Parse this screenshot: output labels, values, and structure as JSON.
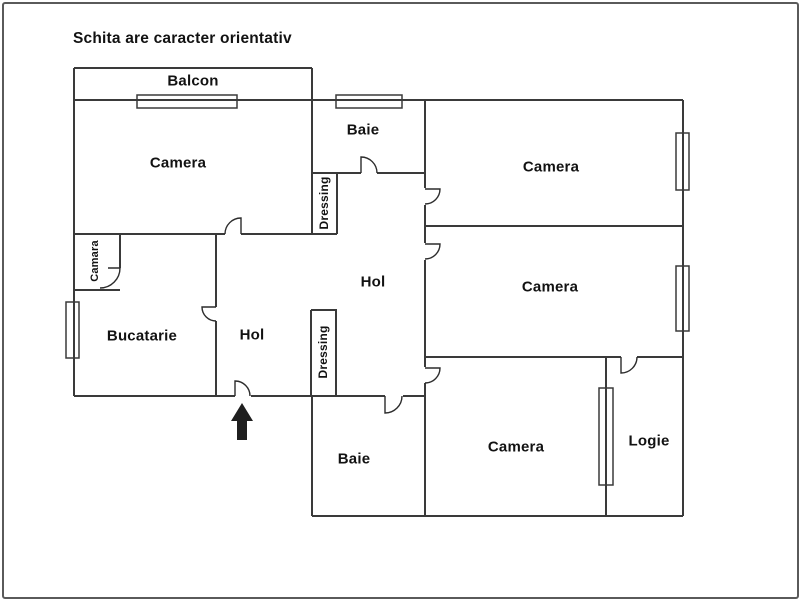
{
  "title": "Schita are caracter orientativ",
  "colors": {
    "wall": "#3a3a3a",
    "text": "#121212",
    "background": "#ffffff",
    "arrow": "#1f1f1f",
    "frame": "#5a5a5a"
  },
  "rooms": {
    "balcon": {
      "label": "Balcon"
    },
    "camera_top_left": {
      "label": "Camera"
    },
    "baie_top": {
      "label": "Baie"
    },
    "dressing_top": {
      "label": "Dressing"
    },
    "camera_top_right": {
      "label": "Camera"
    },
    "camera_mid_right": {
      "label": "Camera"
    },
    "hol_upper": {
      "label": "Hol"
    },
    "camara": {
      "label": "Camara"
    },
    "bucatarie": {
      "label": "Bucatarie"
    },
    "hol_lower": {
      "label": "Hol"
    },
    "dressing_lower": {
      "label": "Dressing"
    },
    "baie_bottom": {
      "label": "Baie"
    },
    "camera_bottom": {
      "label": "Camera"
    },
    "logie": {
      "label": "Logie"
    }
  },
  "icons": {
    "entrance_arrow": "up-arrow"
  }
}
